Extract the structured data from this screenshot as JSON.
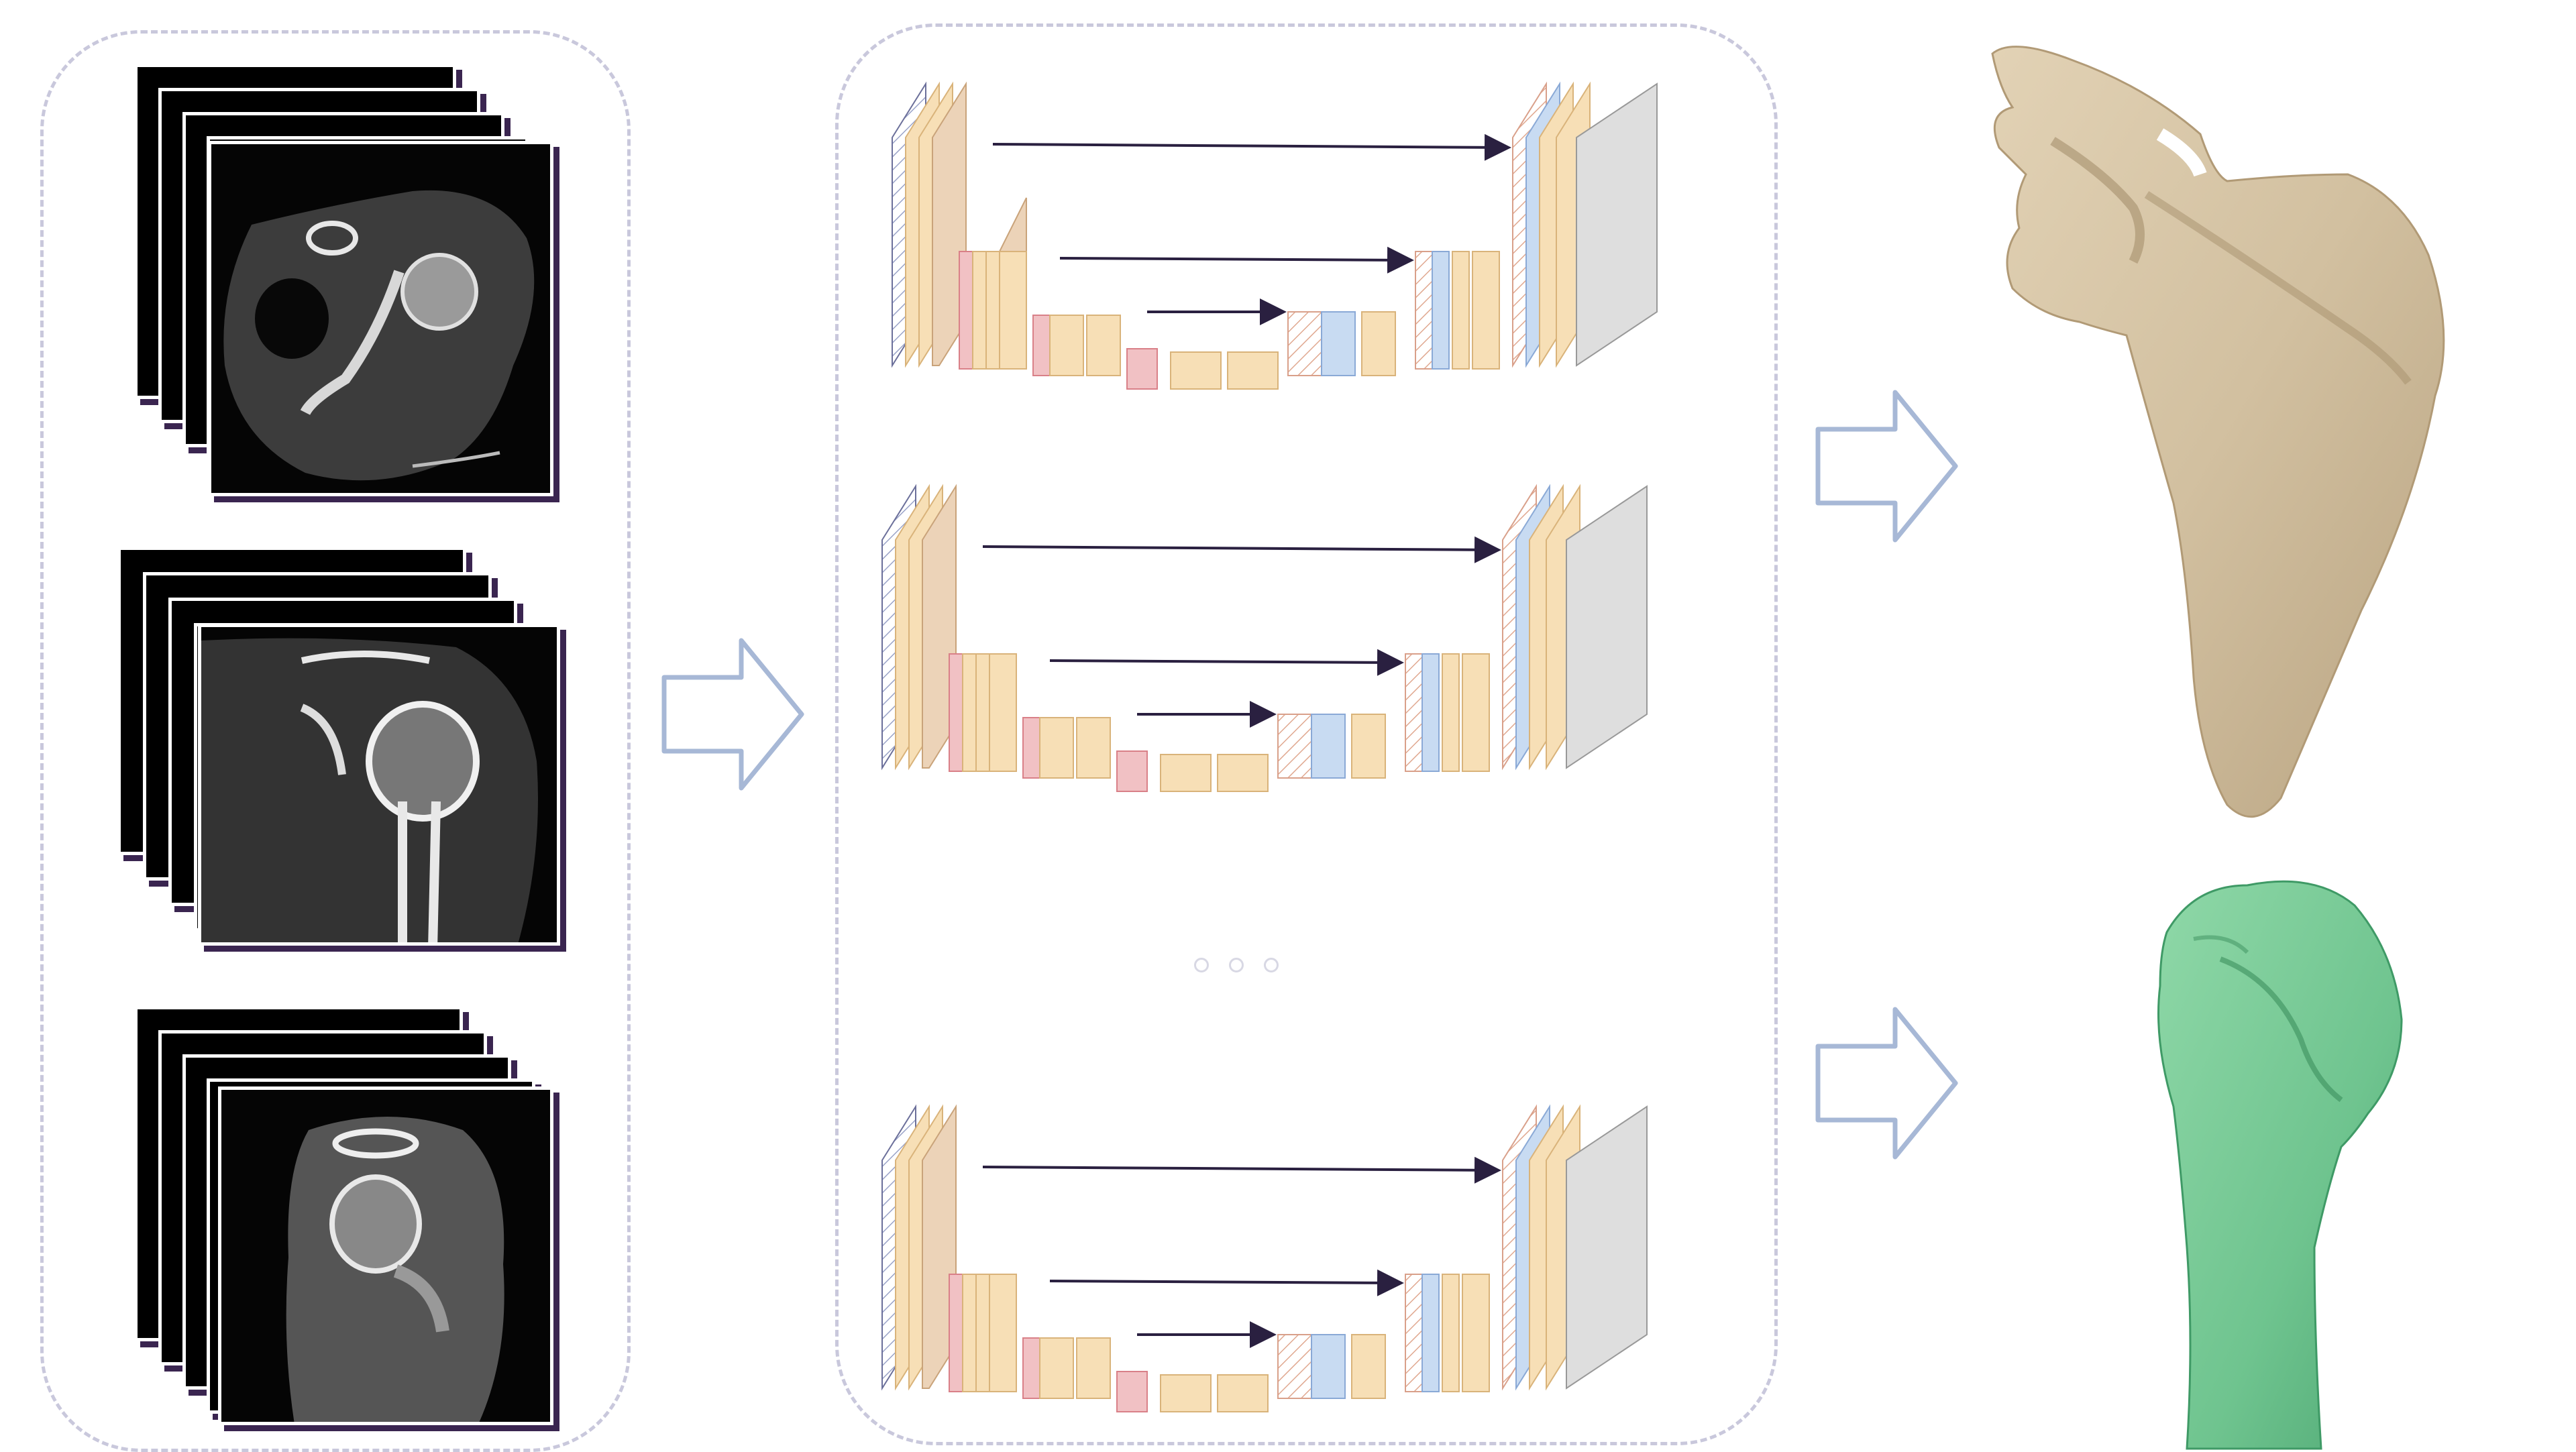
{
  "figure": {
    "panels": [
      "input-ct-volumes",
      "segmentation-networks"
    ],
    "input_stacks": [
      {
        "view": "axial"
      },
      {
        "view": "coronal"
      },
      {
        "view": "sagittal"
      }
    ],
    "networks": [
      {
        "id": "unet-1"
      },
      {
        "id": "unet-2"
      },
      {
        "id": "unet-3"
      }
    ],
    "outputs": [
      {
        "structure": "scapula",
        "color": "#d2c0a0"
      },
      {
        "structure": "humerus",
        "color": "#6fc48f"
      }
    ],
    "colors": {
      "panel_border": "#c9c8dc",
      "arrow_stroke": "#a7b8d6",
      "block_orange": "#f7dfb6",
      "block_pink": "#f1c1c4",
      "block_blue": "#c8dbf2",
      "block_gray": "#d6d6d6",
      "skip_arrow": "#2a2040"
    }
  }
}
